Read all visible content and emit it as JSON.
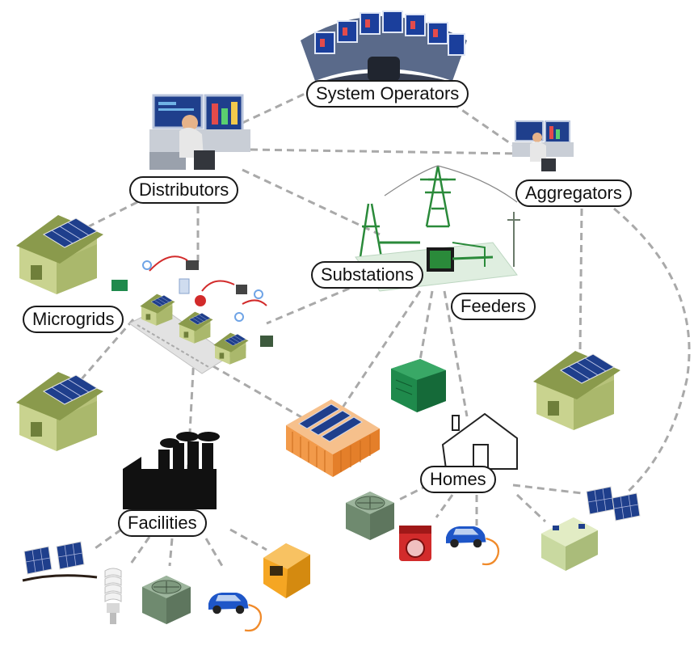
{
  "nodes": {
    "system_operators": "System Operators",
    "distributors": "Distributors",
    "aggregators": "Aggregators",
    "substations": "Substations",
    "feeders": "Feeders",
    "microgrids": "Microgrids",
    "facilities": "Facilities",
    "homes": "Homes"
  },
  "colors": {
    "connector": "#a9a9a9",
    "label_border": "#1a1a1a",
    "house_wall": "#c9d38f",
    "house_roof": "#8a9a4c",
    "solar_panel": "#1f3f8c",
    "transformer_green": "#1f8a4c",
    "building_orange": "#f29a4a",
    "generator_orange": "#f5a623",
    "hvac_green": "#7f9a7f",
    "washer_red": "#d22b2b",
    "ev_blue": "#1e56c8",
    "factory_black": "#111111"
  },
  "icons": [
    "control-room-icon",
    "operator-workstation-icon",
    "aggregator-workstation-icon",
    "transmission-tower-icon",
    "substation-icon",
    "house-solar-icon",
    "microgrid-network-icon",
    "green-transformer-icon",
    "commercial-building-solar-icon",
    "home-outline-icon",
    "factory-icon",
    "solar-panel-icon",
    "cfl-bulb-icon",
    "hvac-unit-icon",
    "electric-car-icon",
    "generator-icon",
    "washing-machine-icon",
    "battery-icon"
  ]
}
